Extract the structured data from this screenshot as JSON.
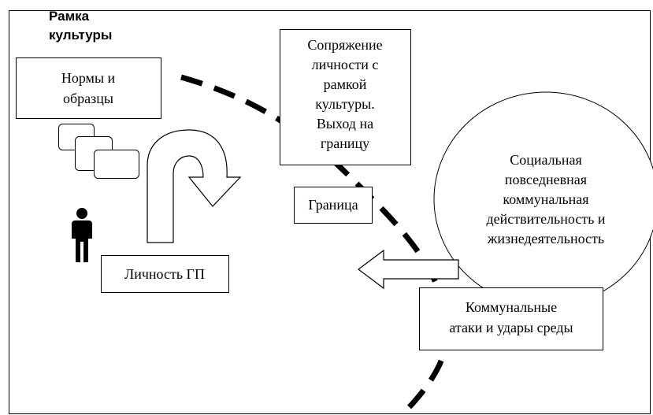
{
  "frame_title": [
    "Рамка",
    "культуры"
  ],
  "boxes": {
    "norms": [
      "Нормы и",
      "образцы"
    ],
    "conjugation": [
      "Сопряжение",
      "личности с",
      "рамкой",
      "культуры.",
      "Выход на",
      "границу"
    ],
    "border": [
      "Граница"
    ],
    "personality": [
      "Личность ГП"
    ],
    "attacks": [
      "Коммунальные",
      "атаки и удары среды"
    ]
  },
  "circle": {
    "lines": [
      "Социальная",
      "повседневная",
      "коммунальная",
      "действительность и",
      "жизнедеятельность"
    ]
  },
  "icons": {
    "person": "person-icon",
    "u_turn": "u-turn-arrow-icon",
    "left_arrow": "left-arrow-icon",
    "stacked_cards": "stacked-cards-icon"
  }
}
